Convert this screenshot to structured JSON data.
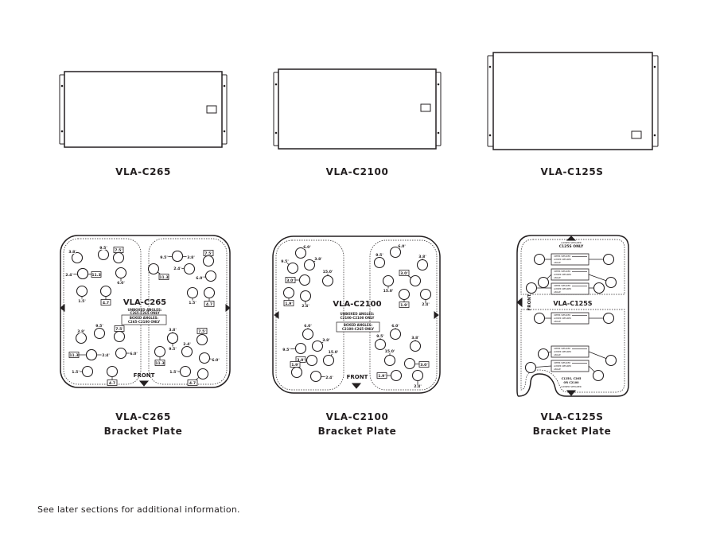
{
  "cabinets": [
    {
      "name": "VLA-C265"
    },
    {
      "name": "VLA-C2100"
    },
    {
      "name": "VLA-C125S"
    }
  ],
  "plates": [
    {
      "title": "VLA-C265",
      "caption_model": "VLA-C265",
      "caption_sub": "Bracket Plate",
      "unboxed": "UNBOXED ANGLES:",
      "unboxed_sub": "C265-C265 ONLY",
      "boxed": "BOXED ANGLES:",
      "boxed_sub": "C265-C2100 ONLY",
      "front": "FRONT",
      "angles": [
        "1.5'",
        "2.4'",
        "3.8'",
        "4.7",
        "6.0'",
        "7.5'",
        "9.5'",
        "11.3"
      ]
    },
    {
      "title": "VLA-C2100",
      "caption_model": "VLA-C2100",
      "caption_sub": "Bracket Plate",
      "unboxed": "UNBOXED ANGLES:",
      "unboxed_sub": "C2100-C2100 ONLY",
      "boxed": "BOXED ANGLES:",
      "boxed_sub": "C2100-C265 ONLY",
      "front": "FRONT",
      "angles": [
        "1.9'",
        "2.4'",
        "3.0'",
        "3.8'",
        "6.0'",
        "9.5'",
        "15.0'"
      ]
    },
    {
      "title": "VLA-C125S",
      "caption_model": "VLA-C125S",
      "caption_sub": "Bracket Plate",
      "top_note": "LOWER SPEAKER",
      "top_only": "C125S ONLY",
      "bottom_note": "C125S, C265",
      "bottom_note2": "OR C2100",
      "bottom_note3": "LOWER SPEAKER",
      "front": "FRONT",
      "row_upper": "UPPER SPEAKER",
      "row_lower": "LOWER SPEAKER",
      "row_angle": "ANGLE"
    }
  ],
  "footer": "See later sections for additional information."
}
